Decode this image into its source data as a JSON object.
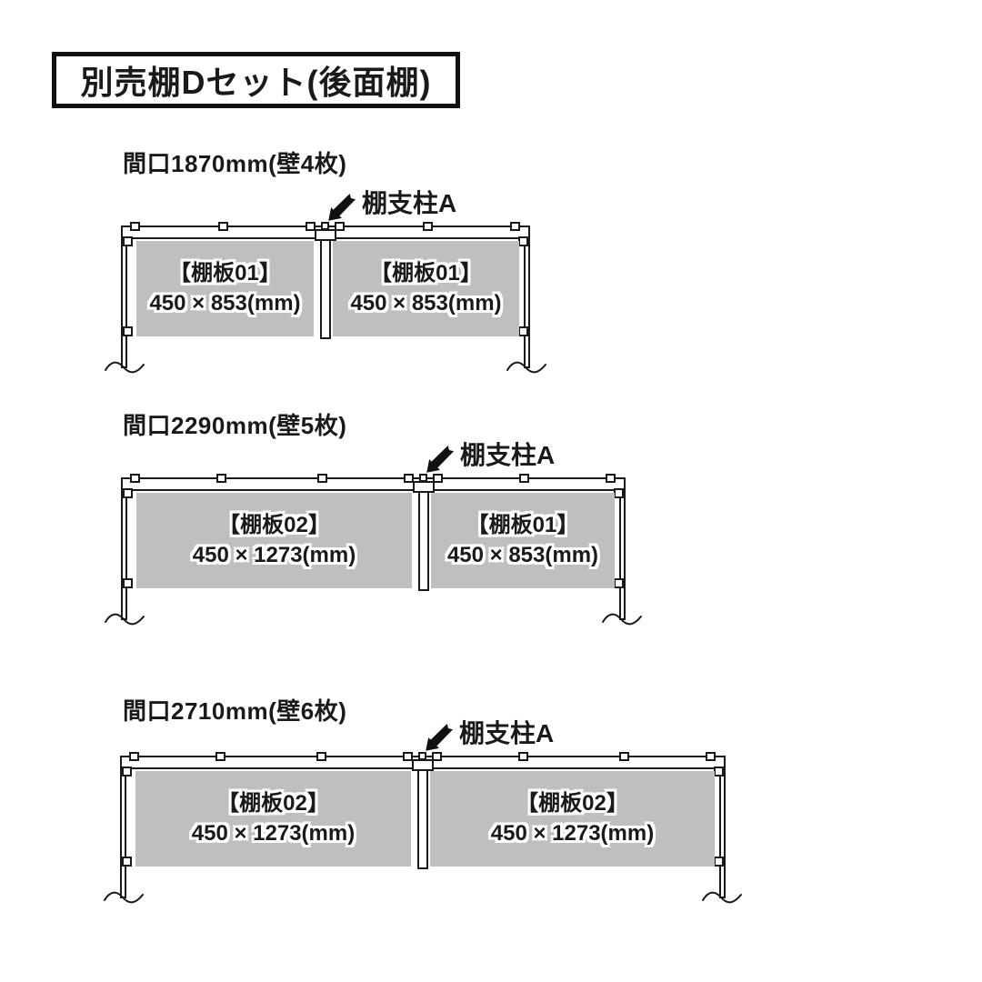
{
  "title": "別売棚Dセット(後面棚)",
  "colors": {
    "panel_gray": "#bfbfbf",
    "line_black": "#1a1a1a"
  },
  "diagrams": [
    {
      "heading": "間口1870mm(壁4枚)",
      "post_label": "棚支柱A",
      "panels": [
        {
          "name": "【棚板01】",
          "size": "450 × 853(mm)"
        },
        {
          "name": "【棚板01】",
          "size": "450 × 853(mm)"
        }
      ]
    },
    {
      "heading": "間口2290mm(壁5枚)",
      "post_label": "棚支柱A",
      "panels": [
        {
          "name": "【棚板02】",
          "size": "450 × 1273(mm)"
        },
        {
          "name": "【棚板01】",
          "size": "450 × 853(mm)"
        }
      ]
    },
    {
      "heading": "間口2710mm(壁6枚)",
      "post_label": "棚支柱A",
      "panels": [
        {
          "name": "【棚板02】",
          "size": "450 × 1273(mm)"
        },
        {
          "name": "【棚板02】",
          "size": "450 × 1273(mm)"
        }
      ]
    }
  ]
}
